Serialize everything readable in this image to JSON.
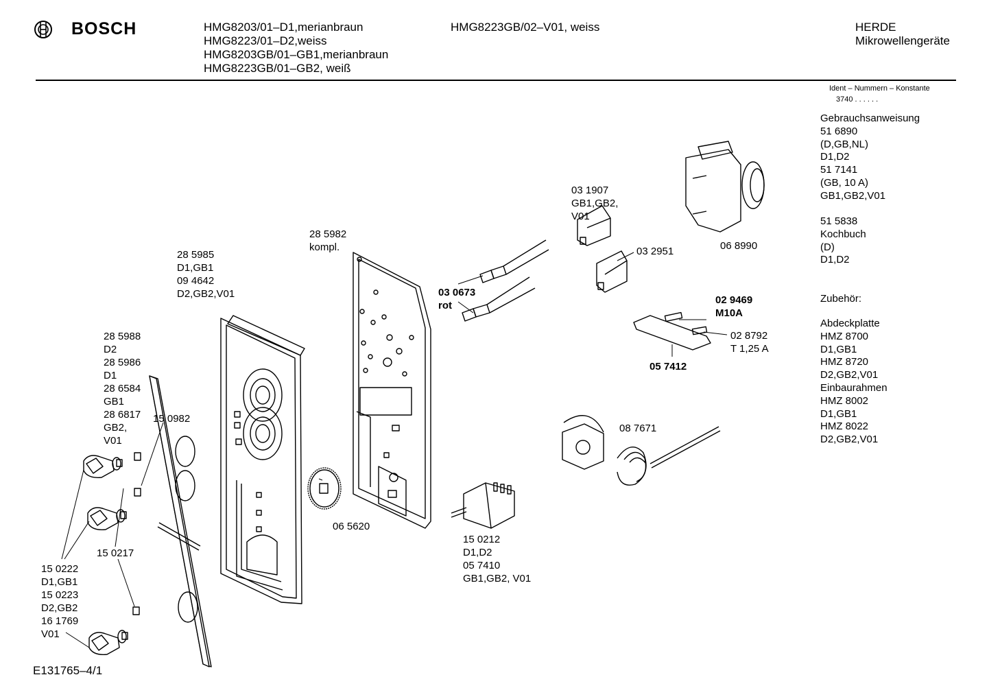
{
  "header": {
    "brand": "BOSCH",
    "models_left": [
      "HMG8203/01–D1,merianbraun",
      "HMG8223/01–D2,weiss",
      "HMG8203GB/01–GB1,merianbraun",
      "HMG8223GB/01–GB2, weiß"
    ],
    "model_right": "HMG8223GB/02–V01, weiss",
    "category": [
      "HERDE",
      "Mikrowellengeräte"
    ]
  },
  "ident": {
    "title": "Ident – Nummern – Konstante",
    "value": "3740 . .  . . . ."
  },
  "sidebar": {
    "block1": [
      "Gebrauchsanweisung",
      "51 6890",
      "(D,GB,NL)",
      "D1,D2",
      "51 7141",
      "(GB, 10 A)",
      "GB1,GB2,V01"
    ],
    "block2": [
      "51 5838",
      "Kochbuch",
      "(D)",
      "D1,D2"
    ],
    "block3": [
      "Zubehör:"
    ],
    "block4": [
      "Abdeckplatte",
      "HMZ 8700",
      "D1,GB1",
      "HMZ 8720",
      "D2,GB2,V01",
      "Einbaurahmen",
      "HMZ 8002",
      "D1,GB1",
      "HMZ 8022",
      "D2,GB2,V01"
    ]
  },
  "labels": {
    "l_285982": [
      "28 5982",
      "kompl."
    ],
    "l_285985": [
      "28 5985",
      "D1,GB1",
      "09 4642",
      "D2,GB2,V01"
    ],
    "l_285988": [
      "28 5988",
      "D2",
      "28 5986",
      "D1",
      "28 6584",
      "GB1",
      "28 6817",
      "GB2,",
      "V01"
    ],
    "l_150982": [
      "15 0982"
    ],
    "l_150217": [
      "15 0217"
    ],
    "l_150222": [
      "15 0222",
      "D1,GB1",
      "15 0223",
      "D2,GB2",
      "16 1769",
      "V01"
    ],
    "l_065620": [
      "06 5620"
    ],
    "l_150212": [
      "15 0212",
      "D1,D2",
      "05 7410",
      "GB1,GB2, V01"
    ],
    "l_031907": [
      "03 1907",
      "GB1,GB2,",
      "V01"
    ],
    "l_032951": [
      "03 2951"
    ],
    "l_068990": [
      "06 8990"
    ],
    "l_030673": [
      "03 0673",
      "rot"
    ],
    "l_029469": [
      "02 9469",
      "M10A"
    ],
    "l_028792": [
      "02 8792",
      "T 1,25 A"
    ],
    "l_057412": [
      "05 7412"
    ],
    "l_087671": [
      "08 7671"
    ]
  },
  "footer": {
    "drawing_id": "E131765–4/1"
  }
}
